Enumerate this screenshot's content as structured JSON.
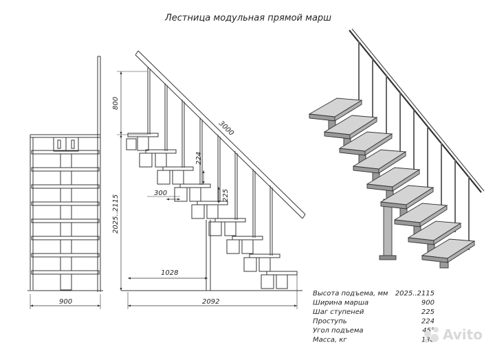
{
  "title": "Лестница модульная прямой марш",
  "dimensions": {
    "front_width": "900",
    "rail_height": "800",
    "rise_height": "2025..2115",
    "rail_length": "3000",
    "step_pitch": "224",
    "tread_depth": "300",
    "step_rise": "225",
    "base_offset": "1028",
    "total_length": "2092"
  },
  "specs": [
    {
      "label": "Высота подъема, мм",
      "value": "2025..2115"
    },
    {
      "label": "Ширина марша",
      "value": "900"
    },
    {
      "label": "Шаг ступеней",
      "value": "225"
    },
    {
      "label": "Проступь",
      "value": "224"
    },
    {
      "label": "Угол подъема",
      "value": "45°"
    },
    {
      "label": "Масса, кг",
      "value": "138"
    }
  ],
  "watermark": "Avito",
  "colors": {
    "line": "#333333",
    "tread_top": "#d4d4d4",
    "tread_front": "#9a9a9a",
    "metal": "#8c8c8c"
  }
}
